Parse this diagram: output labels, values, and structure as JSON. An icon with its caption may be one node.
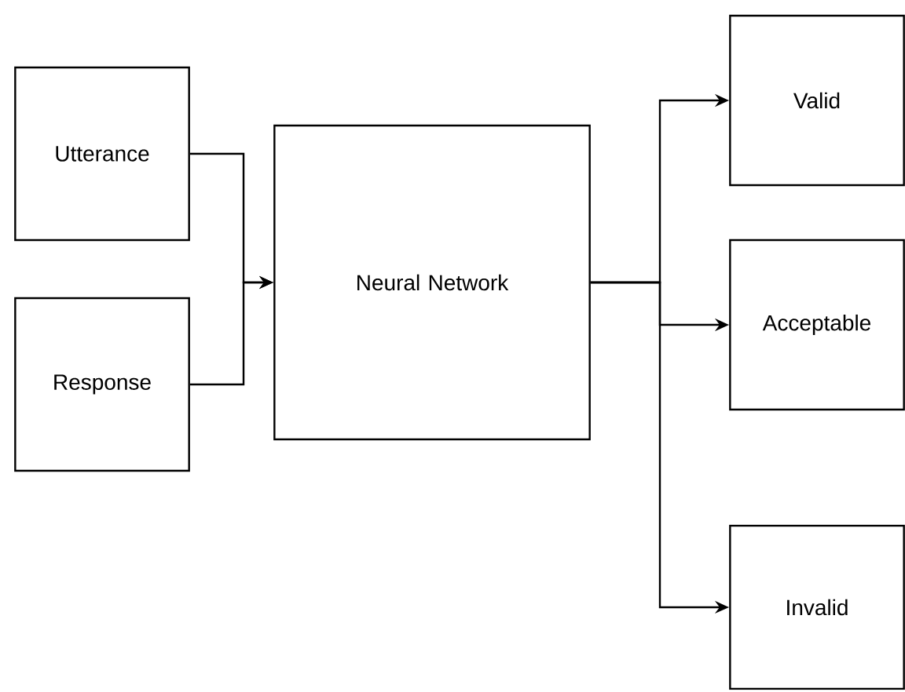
{
  "diagram": {
    "nodes": [
      {
        "text": [
          "Utterance"
        ]
      },
      {
        "text": [
          "Response"
        ]
      },
      {
        "text": [
          "Neural Network"
        ]
      },
      {
        "text": [
          "Valid"
        ]
      },
      {
        "text": [
          "Acceptable"
        ]
      },
      {
        "text": [
          "Invalid"
        ]
      }
    ],
    "edges": [
      {
        "from": 0,
        "to": 2,
        "arrow": "to"
      },
      {
        "from": 1,
        "to": 2,
        "arrow": "to"
      },
      {
        "from": 2,
        "to": 3,
        "arrow": "to"
      },
      {
        "from": 2,
        "to": 4,
        "arrow": "to"
      },
      {
        "from": 2,
        "to": 5,
        "arrow": "to"
      }
    ]
  }
}
